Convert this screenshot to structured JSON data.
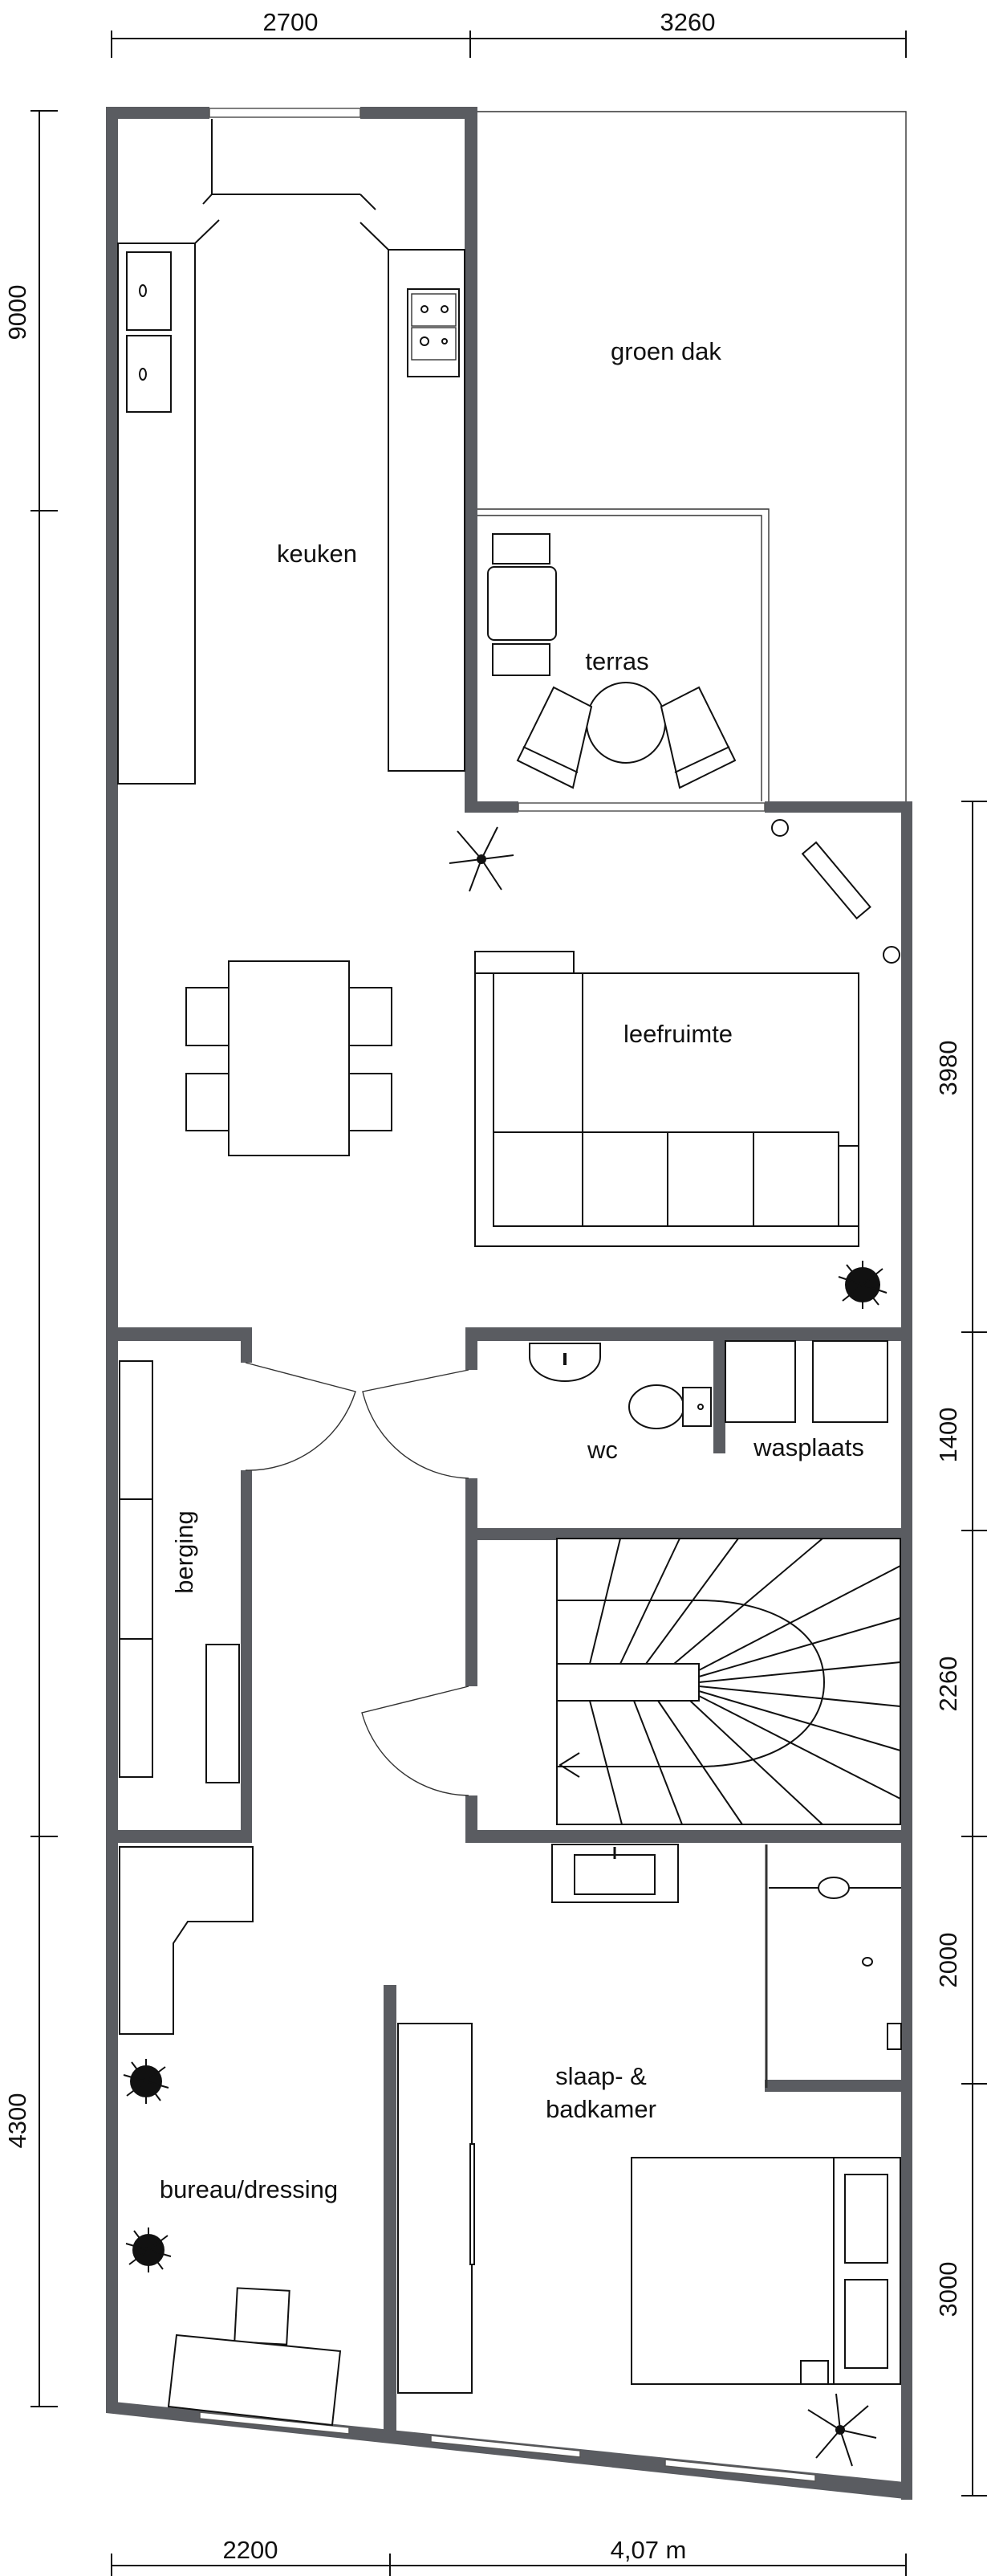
{
  "dimensions": {
    "top": [
      "2700",
      "3260"
    ],
    "left": [
      "9000",
      "4300"
    ],
    "right": [
      "3980",
      "1400",
      "2260",
      "2000",
      "3000"
    ],
    "bottom": [
      "2200",
      "4,07 m"
    ]
  },
  "rooms": {
    "keuken": "keuken",
    "groen_dak": "groen dak",
    "terras": "terras",
    "leefruimte": "leefruimte",
    "wc": "wc",
    "wasplaats": "wasplaats",
    "berging": "berging",
    "slaap_1": "slaap- &",
    "slaap_2": "badkamer",
    "bureau": "bureau/dressing"
  },
  "colors": {
    "wall": "#5a5c61",
    "line": "#111111"
  }
}
